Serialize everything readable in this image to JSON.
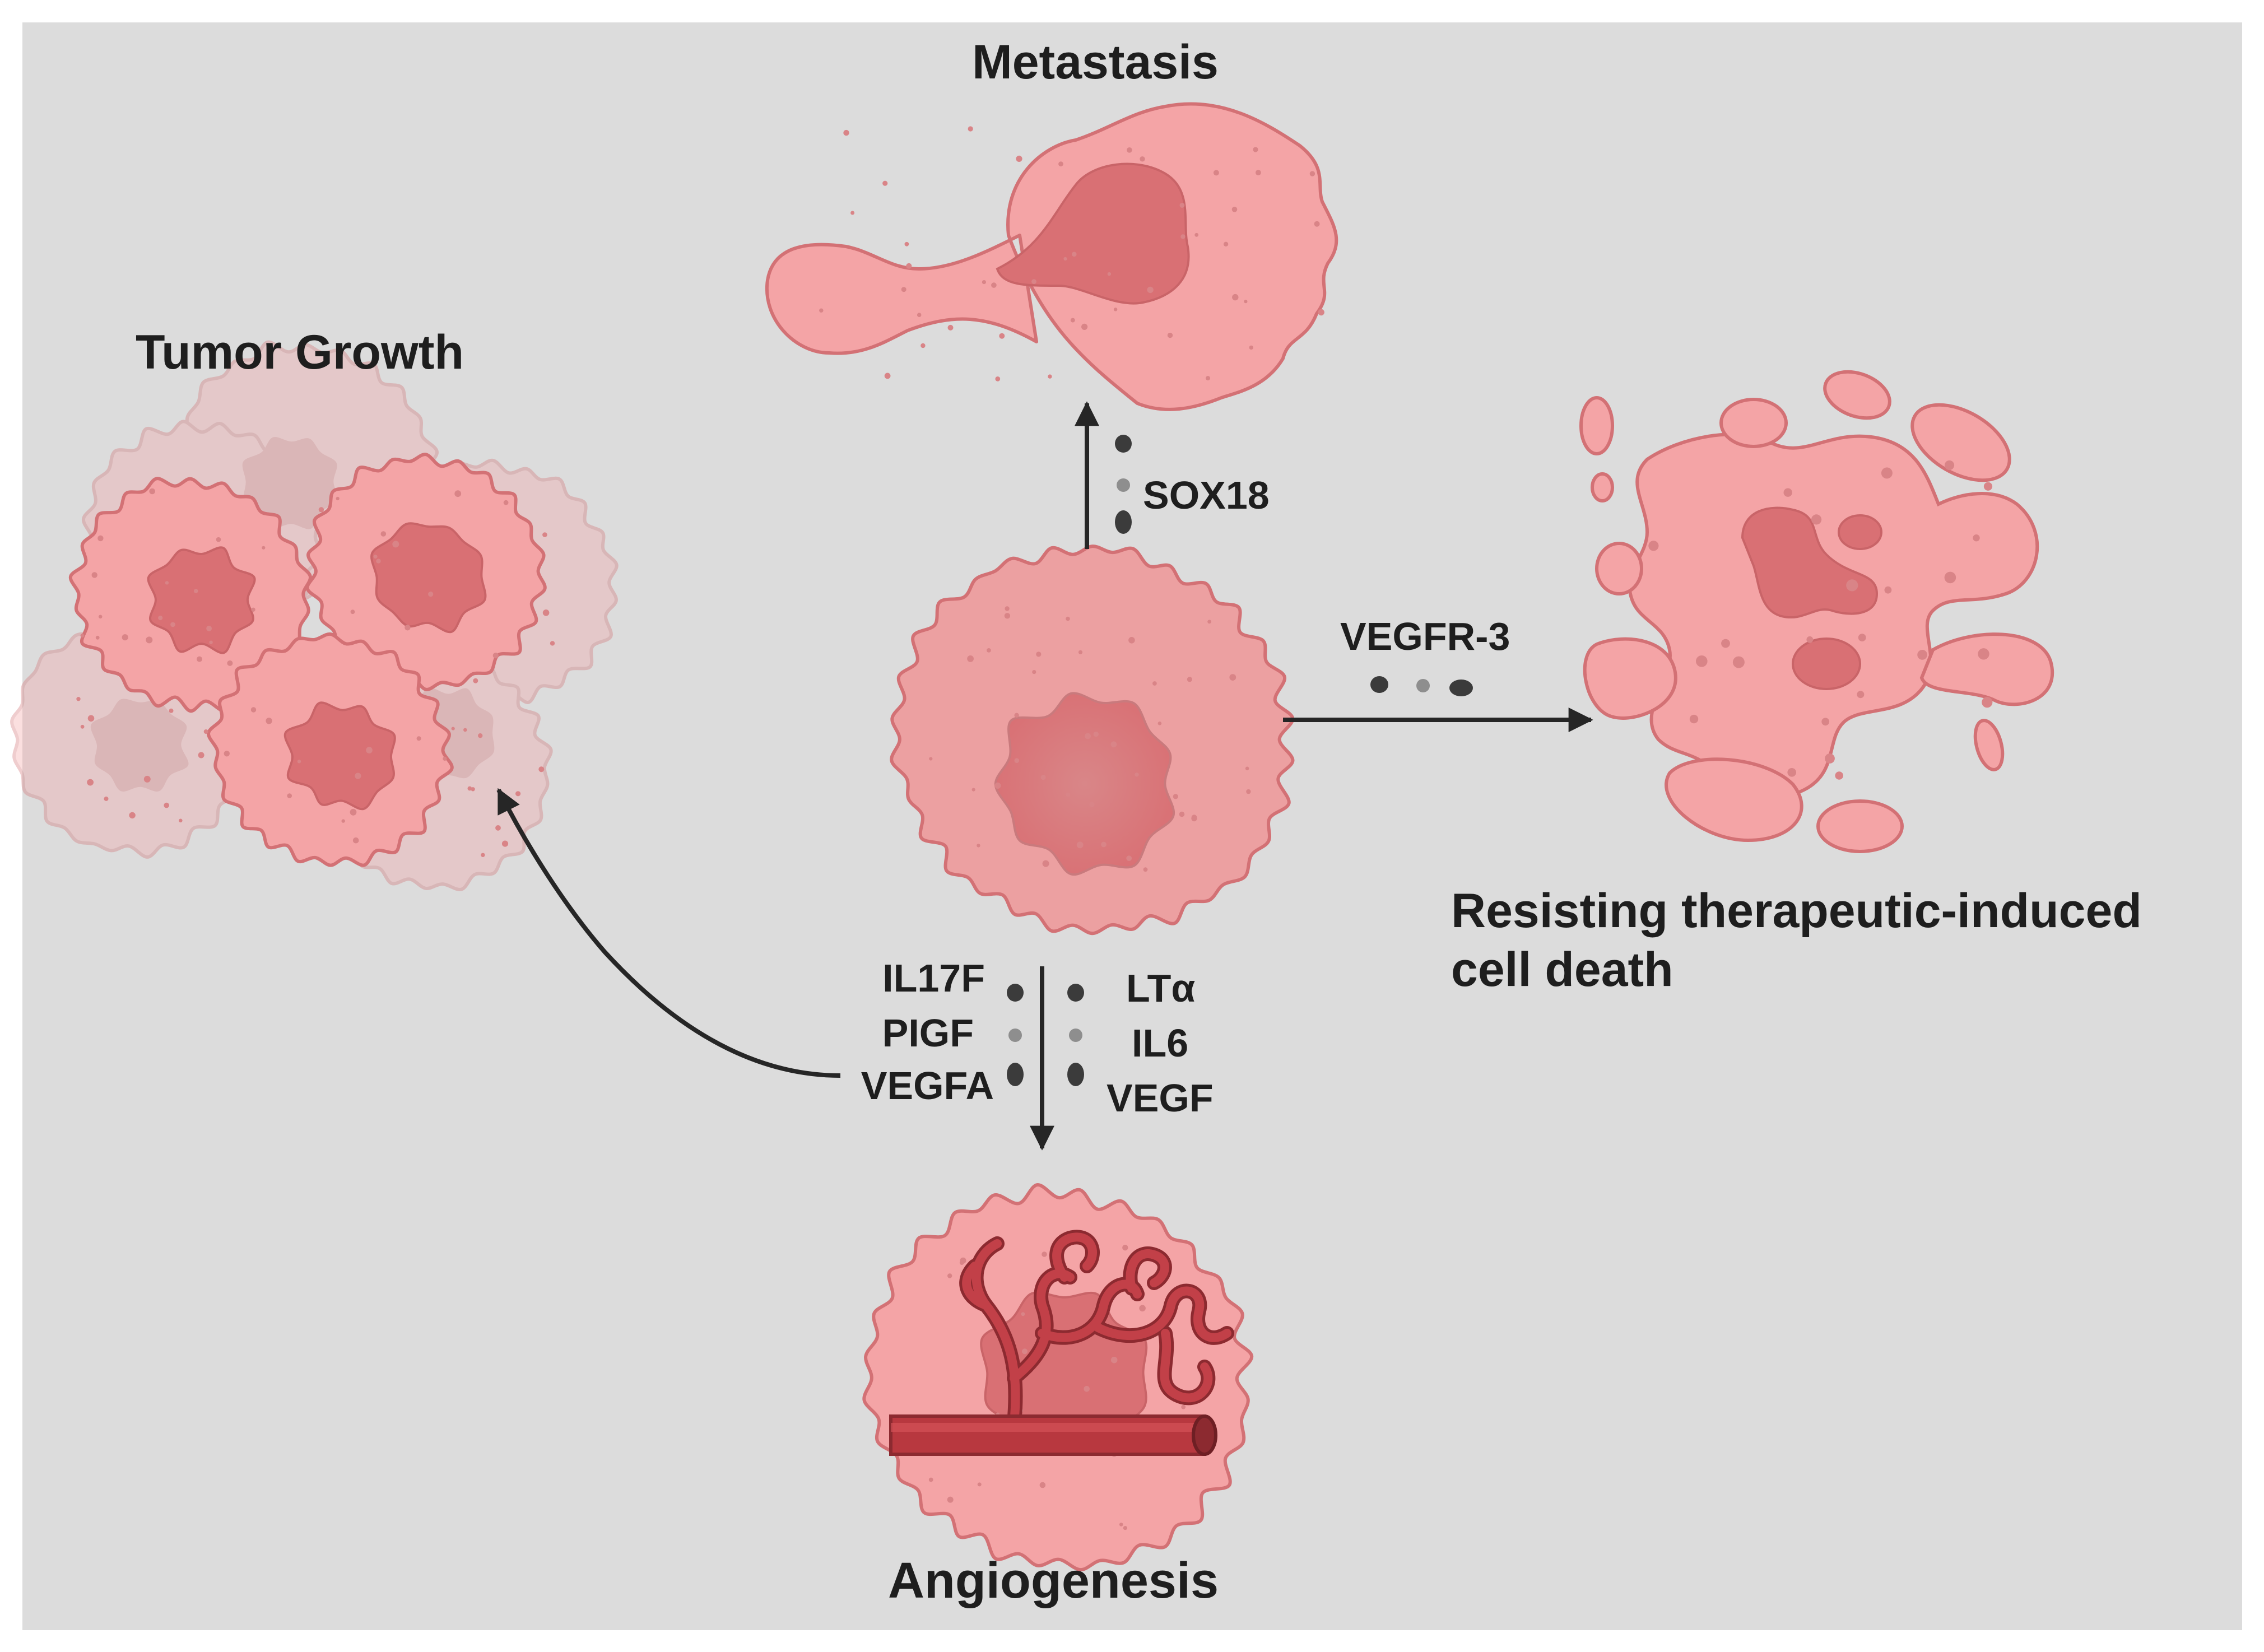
{
  "colors": {
    "panel_background": "#dcdcdc",
    "cell_fill": "#f4a4a6",
    "cell_fill_center": "#eca0a1",
    "cell_outline": "#d37175",
    "nucleus_fill": "#d97074",
    "nucleus_center": "#cf8789",
    "speckle": "#d98487",
    "vessel": "#b8383f",
    "vessel_light": "#d9565c",
    "vessel_dark": "#8c2a30",
    "arrow": "#262626",
    "molecule_dark": "#3b3b3b",
    "molecule_light": "#8e8e8e",
    "text": "#1e1e1e"
  },
  "labels": {
    "metastasis": "Metastasis",
    "tumor_growth": "Tumor Growth",
    "resisting_line1": "Resisting therapeutic-induced",
    "resisting_line2": "cell death",
    "angiogenesis": "Angiogenesis"
  },
  "factors": {
    "metastasis": [
      "SOX18"
    ],
    "resisting": [
      "VEGFR-3"
    ],
    "angiogenesis_left": [
      "IL17F",
      "PIGF",
      "VEGFA"
    ],
    "angiogenesis_right": [
      "LTα",
      "IL6",
      "VEGF"
    ]
  },
  "icons": {
    "center_cell": "tumor-cell-icon",
    "metastasis_cell": "migrating-cell-icon",
    "tumor_cluster": "cell-cluster-icon",
    "apoptotic_cell": "fragmented-cell-icon",
    "angiogenesis_cell": "cell-with-blood-vessel-icon"
  }
}
